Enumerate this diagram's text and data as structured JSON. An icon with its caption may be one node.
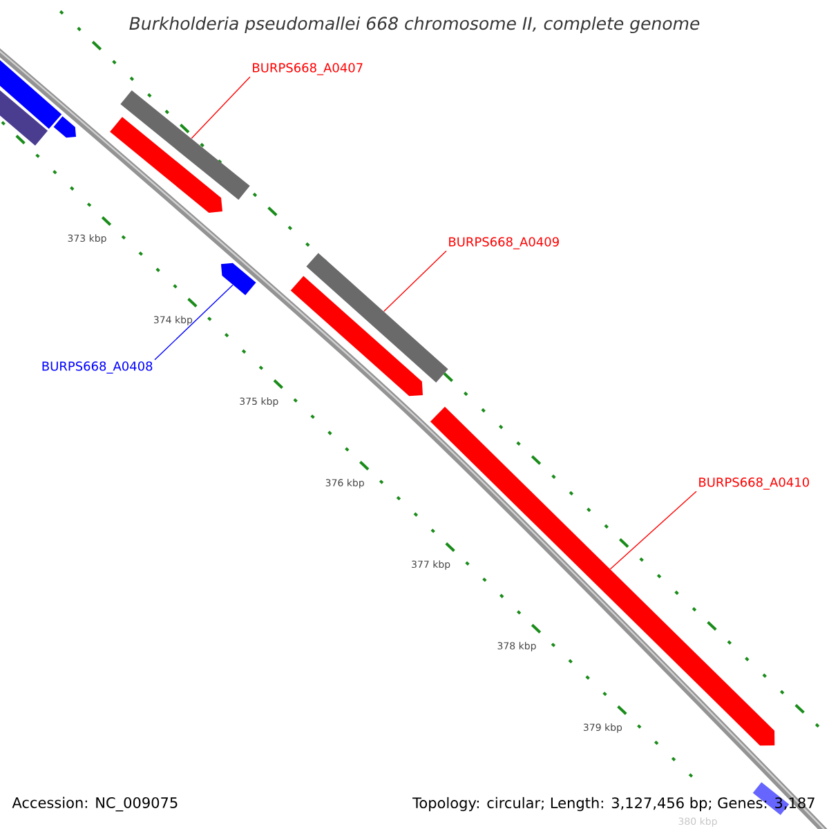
{
  "diagram": {
    "title": "Burkholderia pseudomallei 668 chromosome II, complete genome",
    "nodes": [
      {
        "text": [
          "BURPS668_A0407"
        ]
      },
      {
        "text": [],
        "shape": "bar"
      },
      {
        "text": [
          "BURPS668_A0408"
        ]
      },
      {
        "text": [],
        "shape": "arrow"
      },
      {
        "text": [
          "BURPS668_A0409"
        ]
      },
      {
        "text": [],
        "shape": "bar"
      },
      {
        "text": [
          "BURPS668_A0410"
        ]
      },
      {
        "text": [],
        "shape": "arrow"
      }
    ],
    "edges": [
      {
        "from": 0,
        "to": 1,
        "arrow": "none"
      },
      {
        "from": 2,
        "to": 3,
        "arrow": "none",
        "color": "#0000ff"
      },
      {
        "from": 4,
        "to": 5,
        "arrow": "none"
      },
      {
        "from": 6,
        "to": 7,
        "arrow": "none"
      }
    ],
    "labels": [
      "373 kbp",
      "374 kbp",
      "375 kbp",
      "376 kbp",
      "377 kbp",
      "378 kbp",
      "379 kbp",
      "380 kbp",
      "Accession: NC_009075",
      "Topology: circular; Length: 3,127,456 bp; Genes: 3,187"
    ]
  }
}
